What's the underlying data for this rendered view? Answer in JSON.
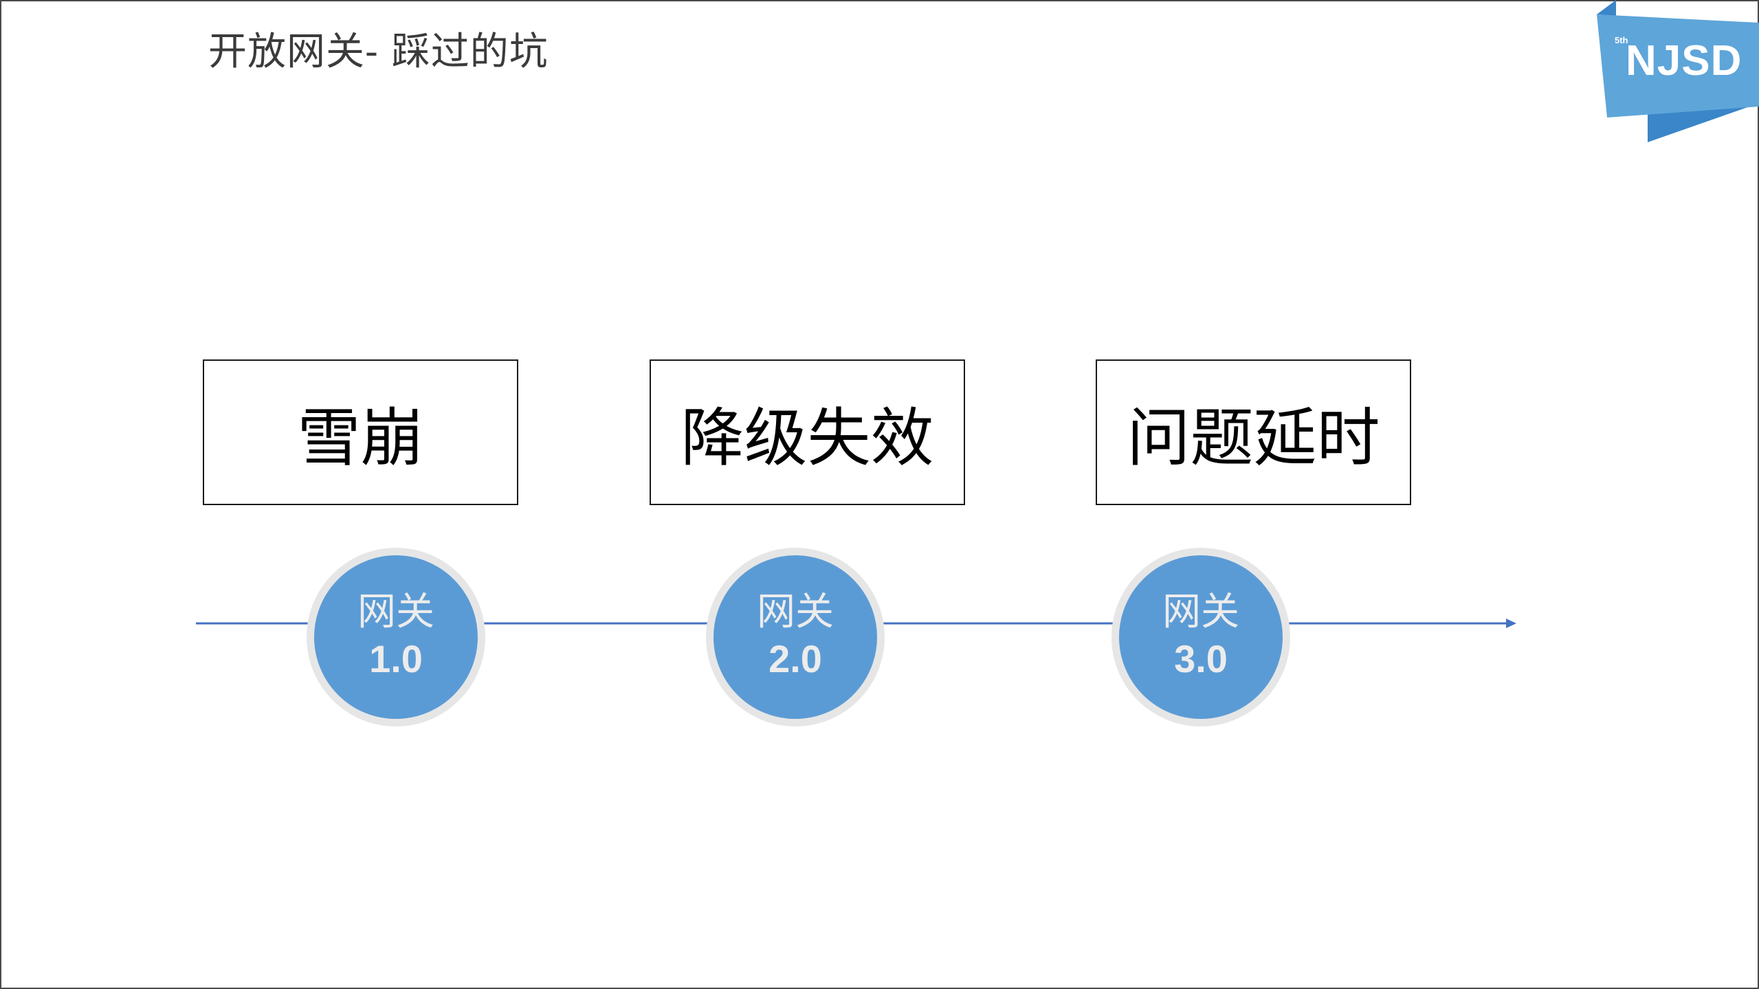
{
  "slide": {
    "title": "开放网关- 踩过的坑"
  },
  "logo": {
    "superscript": "5th",
    "text": "NJSD",
    "colors": {
      "banner": "#5ea5d9",
      "fold": "#3a86c8"
    }
  },
  "issues": [
    {
      "label": "雪崩"
    },
    {
      "label": "降级失效"
    },
    {
      "label": "问题延时"
    }
  ],
  "timeline": {
    "line_color": "#4472c4",
    "stages": [
      {
        "label": "网关",
        "version": "1.0"
      },
      {
        "label": "网关",
        "version": "2.0"
      },
      {
        "label": "网关",
        "version": "3.0"
      }
    ],
    "circle_fill": "#5b9bd5",
    "circle_ring": "#e6e6e6"
  }
}
